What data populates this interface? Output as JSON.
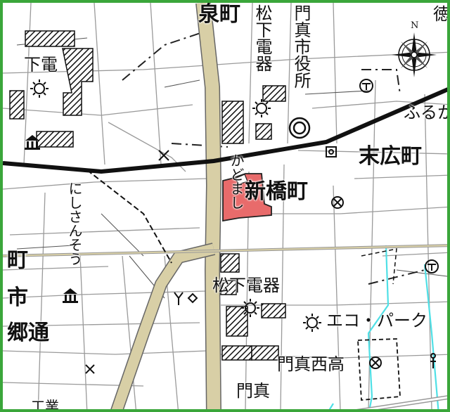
{
  "map": {
    "highlight_color": "#e86b6b",
    "border_color": "#3aa63a",
    "rail_color": "#111111",
    "major_road_color": "#d8cfa6",
    "canal_color": "#4fe0e6",
    "north_label": "N",
    "labels": {
      "izumi_machi": "泉町",
      "matsushita_denki_top": "松下電器",
      "kadoma_shiyakusho": "門真市役所",
      "suehiro_cho": "末広町",
      "furuka": "ふるか",
      "shinbashi_cho": "新橋町",
      "kadomashi": "かどまし",
      "nishisanso": "にしさんそう",
      "matsushita_denki_mid": "松下電器",
      "eco_park": "エコ・パーク",
      "kadoma_nishi_ko": "門真西高",
      "kadoma_bottom": "門真",
      "gou_dori": "郷通",
      "machi_left": "町",
      "ichi_left": "市",
      "shita_denki_left": "下電",
      "koukou": "工業",
      "tou": "徳"
    },
    "icons": [
      "factory-icon",
      "museum-icon",
      "city-hall-icon",
      "police-box-icon",
      "post-office-icon",
      "school-icon",
      "shrine-icon",
      "compass-icon"
    ]
  }
}
